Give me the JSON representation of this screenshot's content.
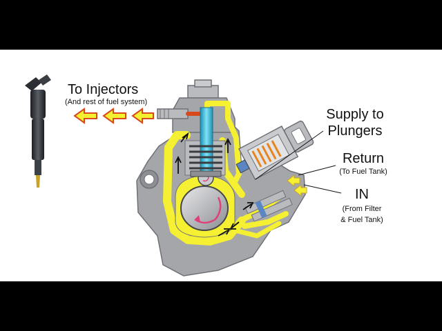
{
  "labels": {
    "to_injectors": "To Injectors",
    "to_injectors_sub": "(And rest of fuel system)",
    "supply_line1": "Supply to",
    "supply_line2": "Plungers",
    "return": "Return",
    "return_sub": "(To Fuel Tank)",
    "in": "IN",
    "in_sub_line1": "(From Filter",
    "in_sub_line2": "& Fuel Tank)"
  },
  "colors": {
    "fuel": "#f5f032",
    "arrow_out": "#e8841e",
    "housing": "#a4a6aa",
    "housing_dark": "#6e7075",
    "plunger": "#3cc8e8",
    "injector_body": "#2b2e33"
  }
}
